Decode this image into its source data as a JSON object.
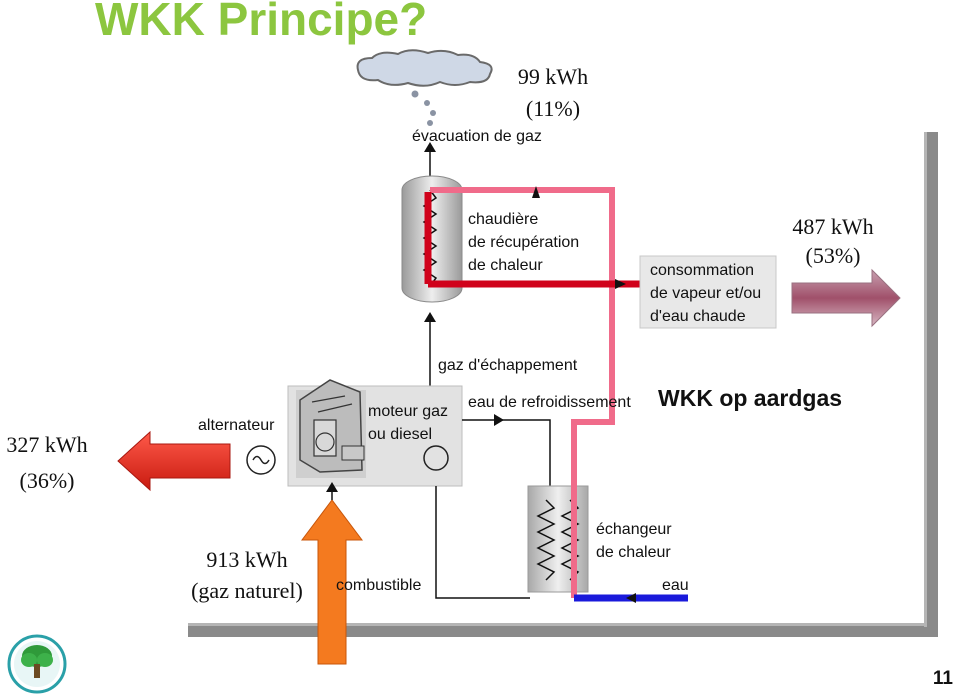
{
  "slide": {
    "title": "WKK Principe?",
    "page_number": "11",
    "subtitle": "WKK op aardgas"
  },
  "energy_flows": {
    "exhaust_loss": {
      "value": "99 kWh",
      "share": "(11%)"
    },
    "useful_heat": {
      "value": "487 kWh",
      "share": "(53%)"
    },
    "electricity": {
      "value": "327 kWh",
      "share": "(36%)"
    },
    "fuel_input": {
      "value": "913 kWh",
      "share": "(gaz naturel)"
    }
  },
  "components": {
    "exhaust": "évacuation de gaz",
    "boiler": [
      "chaudière",
      "de récupération",
      "de chaleur"
    ],
    "consumption": [
      "consommation",
      "de vapeur et/ou",
      "d'eau chaude"
    ],
    "exhaust_gas": "gaz d'échappement",
    "cooling_water": "eau de refroidissement",
    "engine": [
      "moteur gaz",
      "ou diesel"
    ],
    "alternator": "alternateur",
    "heat_exchanger": [
      "échangeur",
      "de chaleur"
    ],
    "fuel": "combustible",
    "water": "eau"
  },
  "colors": {
    "title": "#8cc63f",
    "red_pipe": "#d0021b",
    "pink_pipe": "#f06b8a",
    "blue_pipe": "#1a1adb",
    "arrow_red": "#e53020",
    "arrow_orange": "#f47a1f",
    "arrow_mauve": "#a8677a"
  },
  "icons": [
    "cloud-icon",
    "tree-logo-icon"
  ]
}
